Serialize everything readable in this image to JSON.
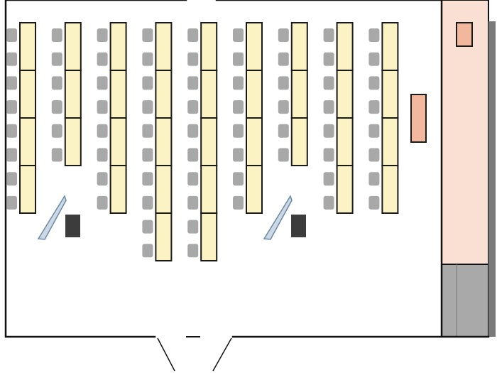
{
  "colors": {
    "background": "#ffffff",
    "wall": "#111111",
    "desk_fill": "#fbf3c3",
    "desk_stroke": "#1a1a1a",
    "chair_fill": "#a8a8a8",
    "stage_fill": "#fae0d2",
    "podium_fill": "#f2b89d",
    "podium_stroke": "#1a1a1a",
    "storage_fill": "#a9a9a9",
    "screen_fill": "#ccd8e4",
    "screen_stroke": "#6a89a9",
    "projector_fill": "#3c3c3c"
  },
  "icons": {
    "desk": "desk-icon",
    "chair": "chair-icon",
    "screen": "projection-screen-icon",
    "projector": "projector-icon",
    "podium": "podium-icon",
    "door": "door-icon"
  },
  "room": {
    "desk_columns": [
      {
        "desks": 4,
        "chairs": 8
      },
      {
        "desks": 3,
        "chairs": 6
      },
      {
        "desks": 4,
        "chairs": 8
      },
      {
        "desks": 5,
        "chairs": 10
      },
      {
        "desks": 5,
        "chairs": 10
      },
      {
        "desks": 4,
        "chairs": 8
      },
      {
        "desks": 3,
        "chairs": 6
      },
      {
        "desks": 4,
        "chairs": 8
      },
      {
        "desks": 4,
        "chairs": 8
      }
    ],
    "screens": 2,
    "projectors": 2,
    "podiums": 2,
    "doors": 1
  }
}
